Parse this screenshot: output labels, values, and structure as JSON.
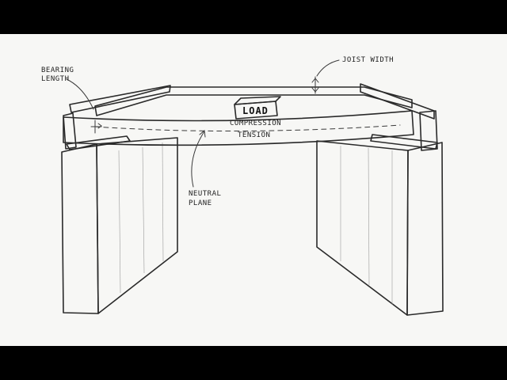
{
  "labels": {
    "bearing_length_1": "BEARING",
    "bearing_length_2": "LENGTH",
    "joist_width": "JOIST WIDTH",
    "load": "LOAD",
    "compression": "COMPRESSION",
    "tension": "TENSION",
    "neutral_plane_1": "NEUTRAL",
    "neutral_plane_2": "PLANE"
  }
}
